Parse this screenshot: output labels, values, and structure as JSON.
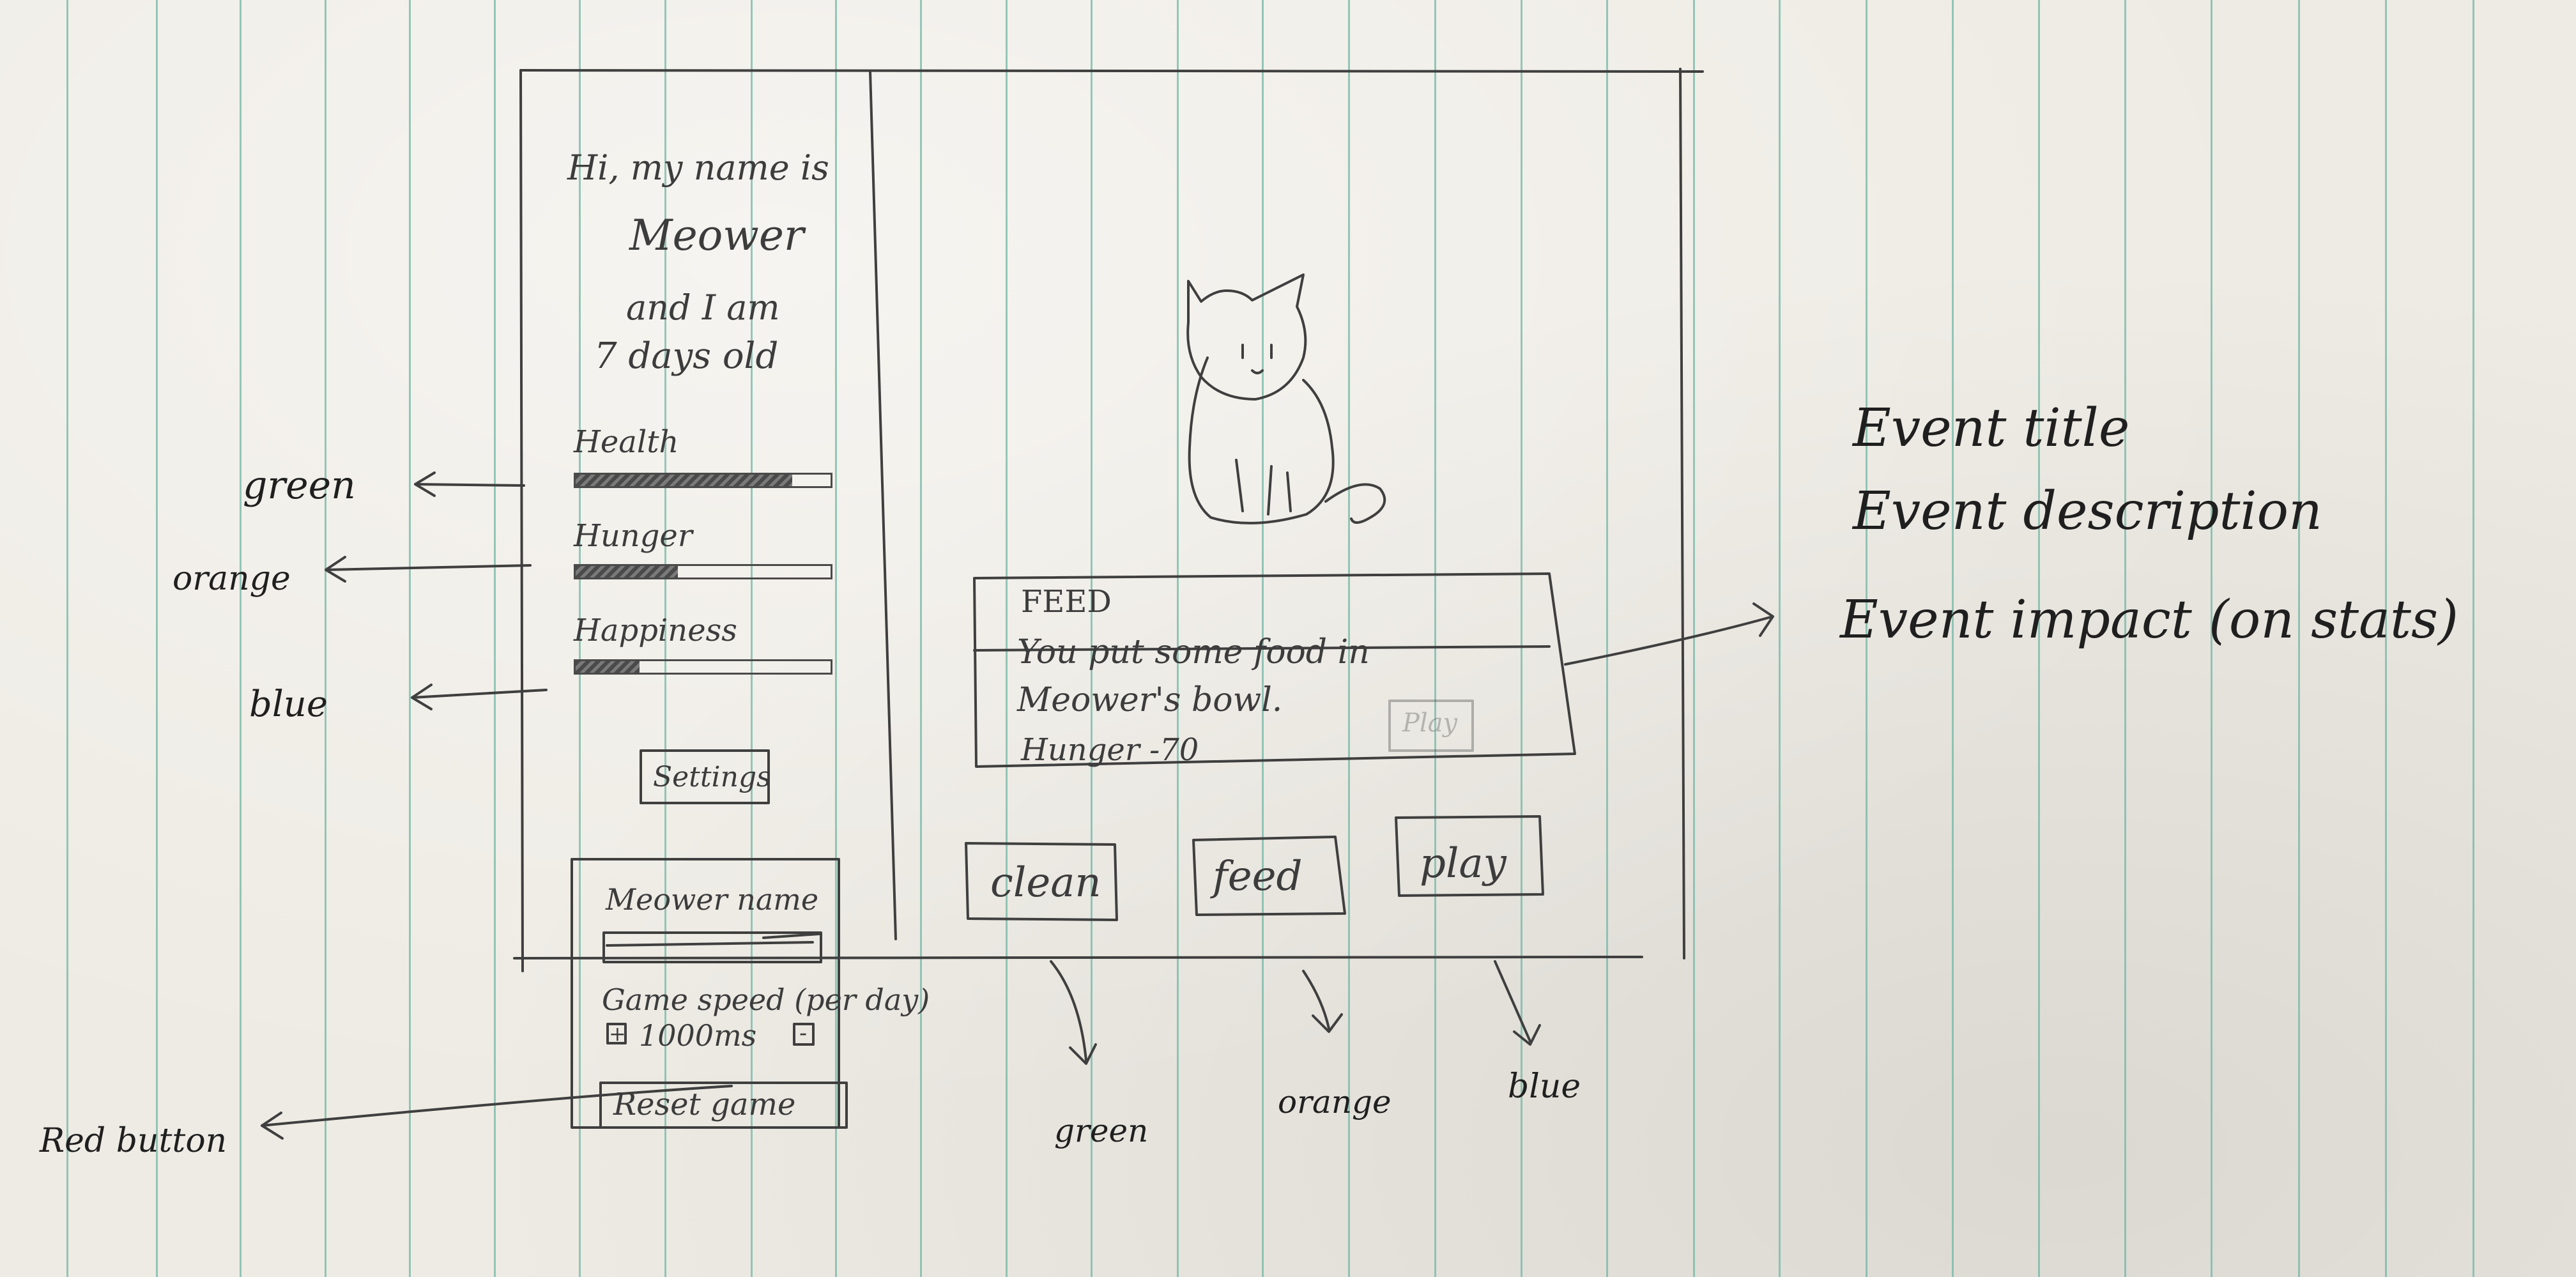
{
  "sidebar": {
    "greeting": "Hi, my name is",
    "pet_name": "Meower",
    "age_intro": "and I am",
    "age_text": "7 days old",
    "stats": [
      {
        "label": "Health",
        "level": 0.85
      },
      {
        "label": "Hunger",
        "level": 0.4
      },
      {
        "label": "Happiness",
        "level": 0.25
      }
    ],
    "settings_button": "Settings"
  },
  "settings_panel": {
    "name_label": "Meower name",
    "speed_label": "Game speed (per day)",
    "speed_plus": "+",
    "speed_value": "1000ms",
    "speed_minus": "-",
    "reset_button": "Reset game"
  },
  "event_card": {
    "title": "FEED",
    "description_line1": "You put some food in",
    "description_line2": "Meower's bowl.",
    "impact": "Hunger -70",
    "ghost_label": "Play"
  },
  "actions": [
    {
      "label": "clean"
    },
    {
      "label": "feed"
    },
    {
      "label": "play"
    }
  ],
  "annotations": {
    "health_color": "green",
    "hunger_color": "orange",
    "happiness_color": "blue",
    "reset_note": "Red button",
    "clean_color": "green",
    "feed_color": "orange",
    "play_color": "blue",
    "event_title_note": "Event title",
    "event_description_note": "Event description",
    "event_impact_note": "Event impact (on stats)"
  },
  "colors": {
    "paper": "#eeebe4",
    "rule": "#73b7a6",
    "pencil": "#3c3c3c",
    "health": "green",
    "hunger": "orange",
    "happiness": "blue",
    "reset": "red"
  },
  "icons": [
    "cat-illustration",
    "arrow-left",
    "arrow-right",
    "arrow-down"
  ]
}
